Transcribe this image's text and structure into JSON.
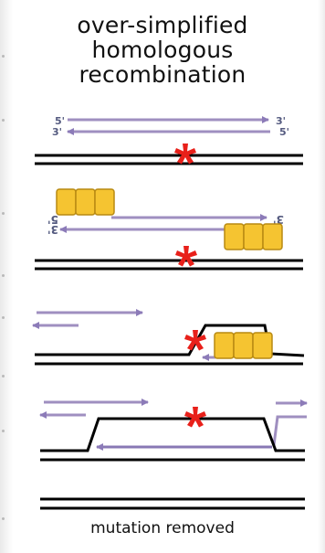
{
  "title": {
    "line1": "over-simplified",
    "line2": "homologous",
    "line3": "recombination"
  },
  "strand_labels": {
    "five_prime": "5'",
    "three_prime": "3'"
  },
  "caption": "mutation removed",
  "colors": {
    "dna": "#000000",
    "strand": "#9f8fc0",
    "strand_dark": "#8878b4",
    "mutation": "#e8201a",
    "protein": "#f5c431",
    "protein_edge": "#b88a12",
    "label": "#555b80"
  },
  "icons": {
    "mutation": "red-asterisk",
    "protein": "yellow-protein-block"
  }
}
